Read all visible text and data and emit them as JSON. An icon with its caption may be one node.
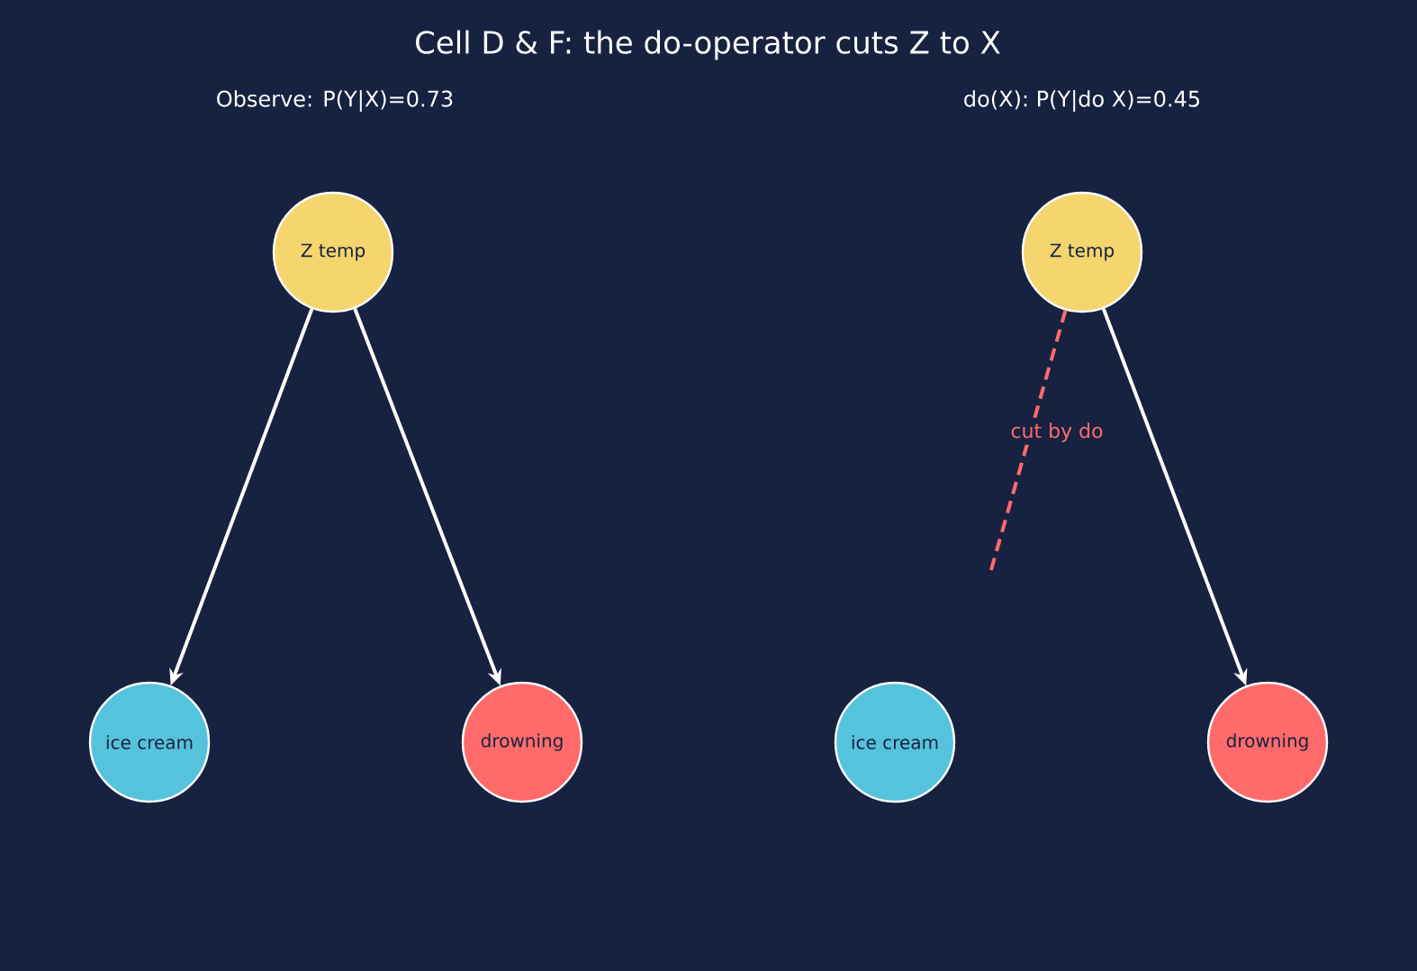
{
  "diagram": {
    "title": "Cell D & F: the do-operator cuts Z to X",
    "nodes": [
      {
        "text": [
          "Z temp"
        ]
      },
      {
        "text": [
          "ice cream"
        ]
      },
      {
        "text": [
          "drowning"
        ]
      },
      {
        "text": [
          "Z temp"
        ]
      },
      {
        "text": [
          "ice cream"
        ]
      },
      {
        "text": [
          "drowning"
        ]
      }
    ],
    "edges": [
      {
        "from": 0,
        "to": 1,
        "arrow": "to"
      },
      {
        "from": 0,
        "to": 2,
        "arrow": "to"
      },
      {
        "from": 3,
        "to": null,
        "arrow": "none",
        "label": "cut by do",
        "style": "dashed",
        "color": "#ff6b6b"
      },
      {
        "from": 3,
        "to": 5,
        "arrow": "to"
      }
    ],
    "labels": [
      "Observe: P(Y|X)=0.73",
      "do(X): P(Y|do X)=0.45"
    ]
  }
}
